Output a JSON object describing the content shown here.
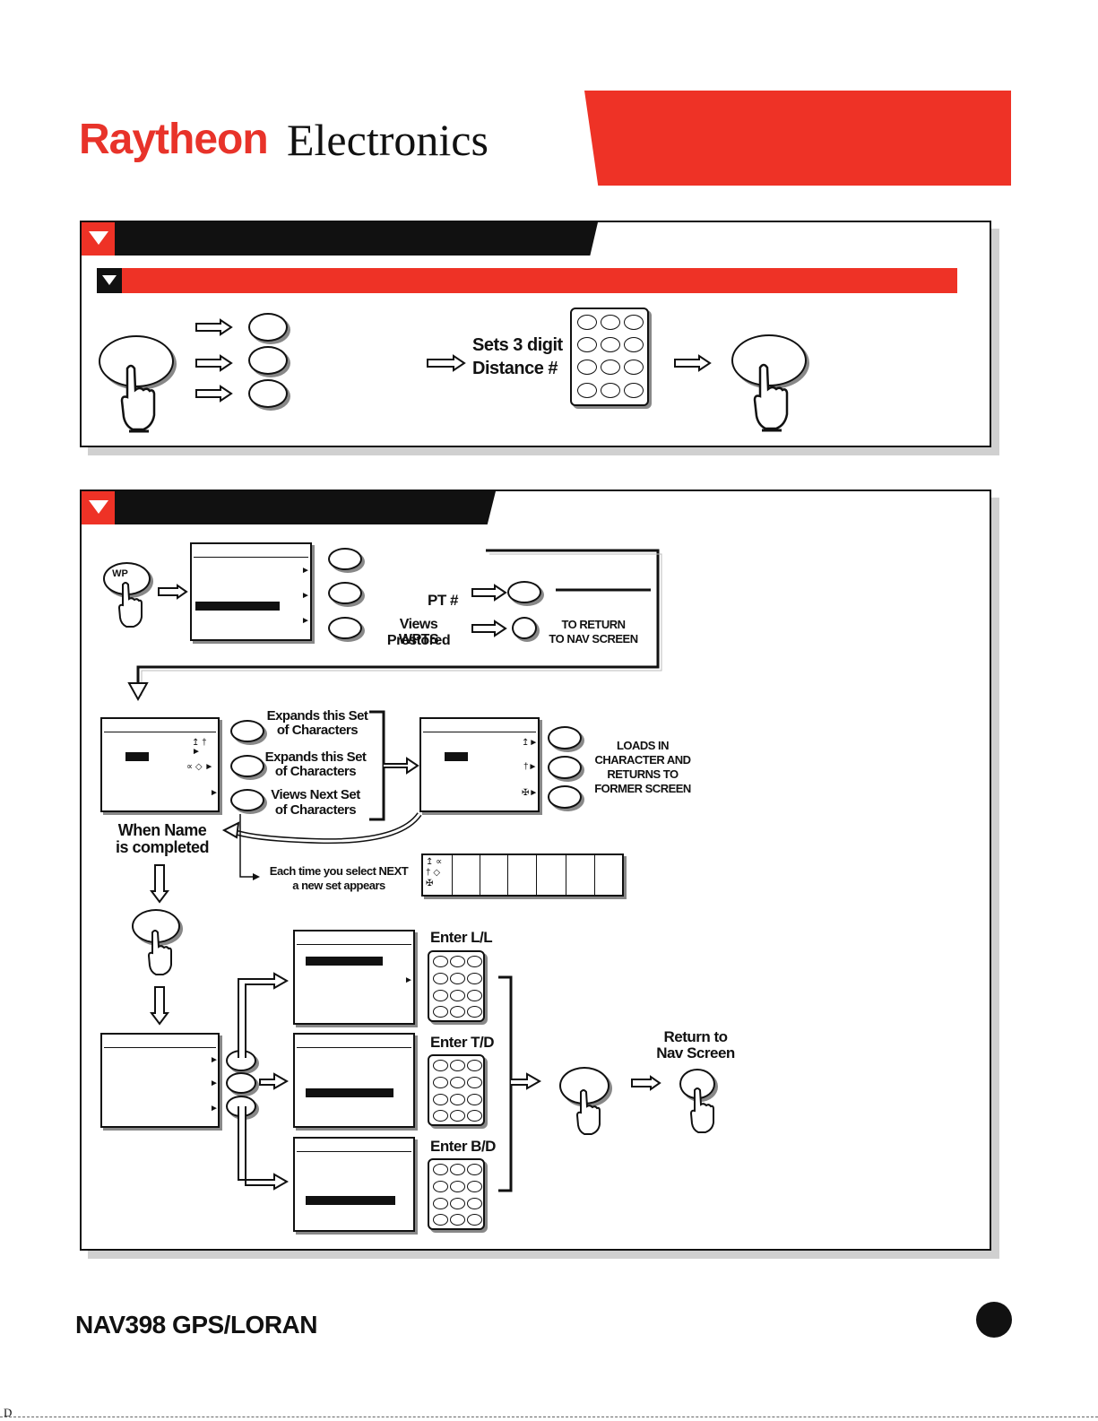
{
  "header": {
    "brand_bold": "Raytheon",
    "brand_serif": "Electronics",
    "accent_color": "#ee3226"
  },
  "section1": {
    "distance_label_line1": "Sets 3 digit",
    "distance_label_line2": "Distance  #"
  },
  "section2": {
    "wp_key_label": "WP",
    "pt_label": "PT #",
    "views_prestored_line1": "Views Prestored",
    "views_prestored_line2": "WPTS",
    "to_return_line1": "TO RETURN",
    "to_return_line2": "TO NAV SCREEN",
    "expands1_line1": "Expands this Set",
    "expands1_line2": "of Characters",
    "expands2_line1": "Expands this Set",
    "expands2_line2": "of Characters",
    "views_next_line1": "Views Next  Set",
    "views_next_line2": "of Characters",
    "loads_line1": "LOADS IN",
    "loads_line2": "CHARACTER AND",
    "loads_line3": "RETURNS TO",
    "loads_line4": "FORMER SCREEN",
    "when_name_line1": "When Name",
    "when_name_line2": "is completed",
    "each_time_line1": "Each time you select NEXT",
    "each_time_line2": "a new set appears",
    "enter_ll": "Enter L/L",
    "enter_td": "Enter T/D",
    "enter_bd": "Enter B/D",
    "return_nav_line1": "Return to",
    "return_nav_line2": "Nav Screen"
  },
  "footer": {
    "title": "NAV398 GPS/LORAN",
    "corner_letter": "D"
  }
}
